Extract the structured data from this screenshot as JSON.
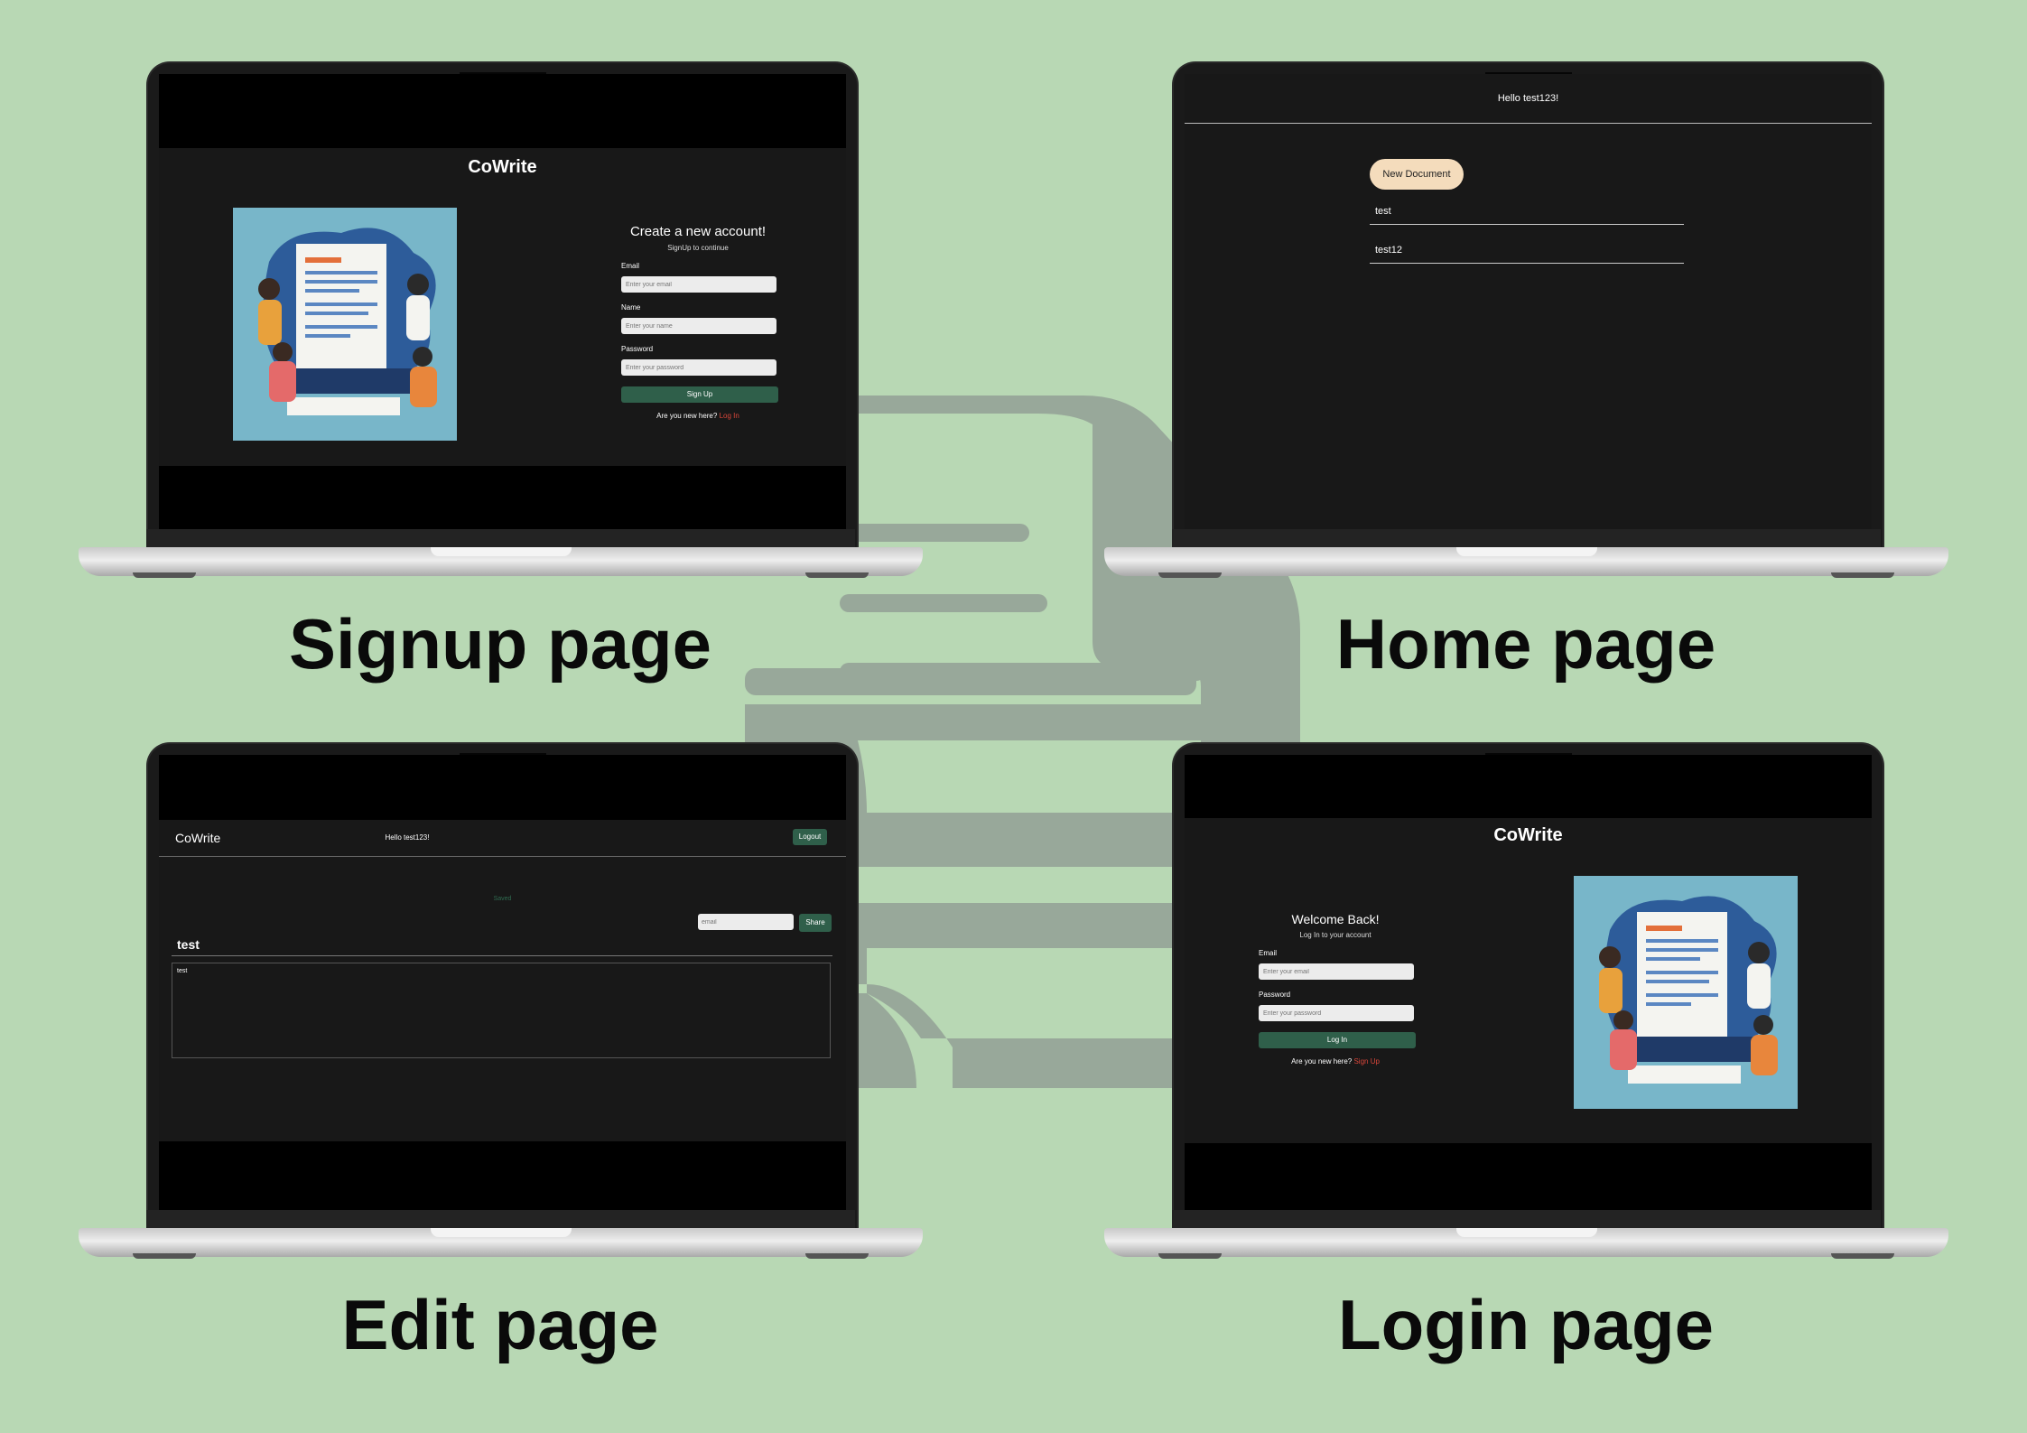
{
  "colors": {
    "background": "#b8d8b4",
    "watermark": "#98a89a",
    "screen_bg": "#181818",
    "primary_button": "#2f5f4a",
    "new_doc_button": "#f4dcbc",
    "link": "#d9463a"
  },
  "captions": {
    "signup": "Signup page",
    "home": "Home page",
    "edit": "Edit page",
    "login": "Login page"
  },
  "signup": {
    "brand": "CoWrite",
    "title": "Create a new account!",
    "subtitle": "SignUp to continue",
    "email_label": "Email",
    "email_placeholder": "Enter your email",
    "name_label": "Name",
    "name_placeholder": "Enter your name",
    "password_label": "Password",
    "password_placeholder": "Enter your password",
    "submit": "Sign Up",
    "footer_text": "Are you new here?",
    "footer_link": "Log In"
  },
  "home": {
    "greeting": "Hello test123!",
    "new_document": "New Document",
    "documents": [
      "test",
      "test12"
    ]
  },
  "edit": {
    "brand": "CoWrite",
    "greeting": "Hello test123!",
    "logout": "Logout",
    "status": "Saved",
    "share_placeholder": "email",
    "share": "Share",
    "doc_title": "test",
    "doc_body": "test"
  },
  "login": {
    "brand": "CoWrite",
    "title": "Welcome Back!",
    "subtitle": "Log In to your account",
    "email_label": "Email",
    "email_placeholder": "Enter your email",
    "password_label": "Password",
    "password_placeholder": "Enter your password",
    "submit": "Log In",
    "footer_text": "Are you new here?",
    "footer_link": "Sign Up"
  }
}
